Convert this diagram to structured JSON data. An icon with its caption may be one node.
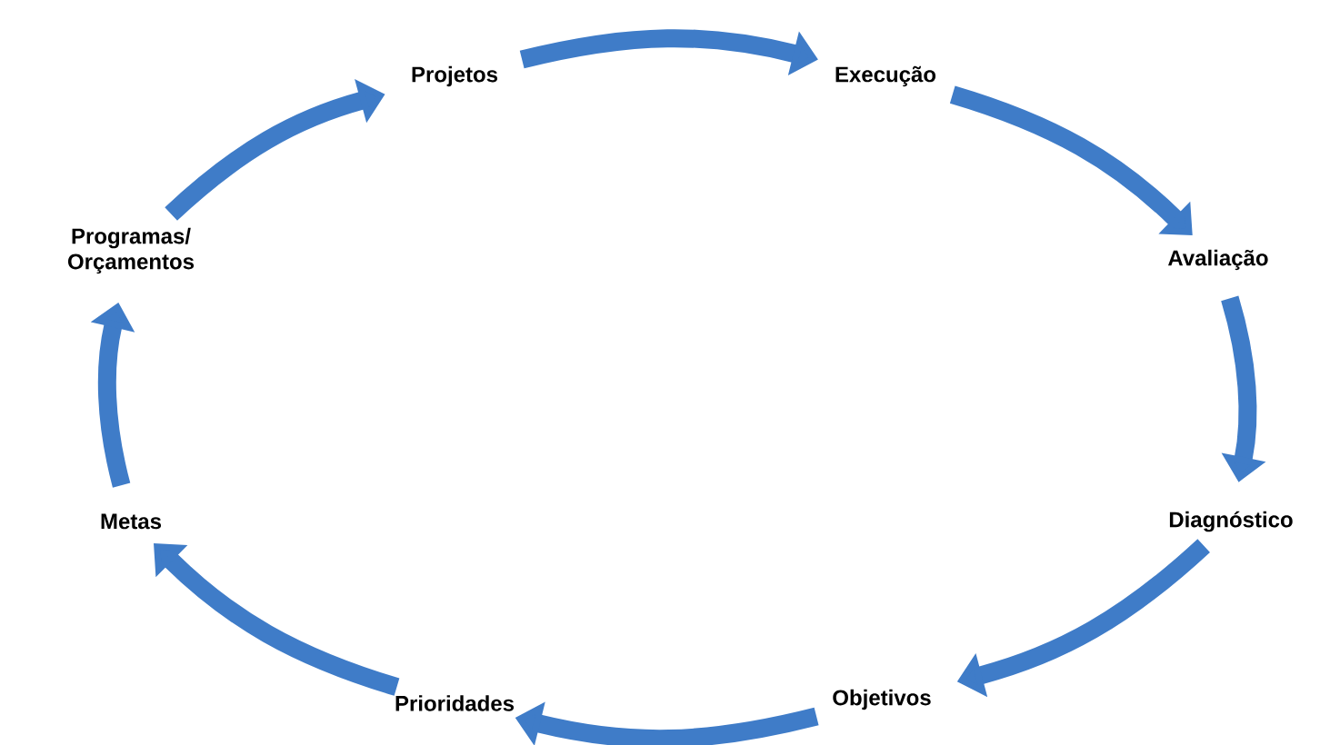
{
  "diagram": {
    "nodes": [
      {
        "text": [
          "Projetos"
        ]
      },
      {
        "text": [
          "Execução"
        ]
      },
      {
        "text": [
          "Avaliação"
        ]
      },
      {
        "text": [
          "Diagnóstico"
        ]
      },
      {
        "text": [
          "Objetivos"
        ]
      },
      {
        "text": [
          "Prioridades"
        ]
      },
      {
        "text": [
          "Metas"
        ]
      },
      {
        "text": [
          "Programas/ Orçamentos"
        ]
      }
    ],
    "edges": [
      {
        "from": 0,
        "to": 1,
        "arrow": "to"
      },
      {
        "from": 1,
        "to": 2,
        "arrow": "to"
      },
      {
        "from": 2,
        "to": 3,
        "arrow": "to"
      },
      {
        "from": 3,
        "to": 4,
        "arrow": "to"
      },
      {
        "from": 4,
        "to": 5,
        "arrow": "to"
      },
      {
        "from": 5,
        "to": 6,
        "arrow": "to"
      },
      {
        "from": 6,
        "to": 7,
        "arrow": "to"
      },
      {
        "from": 7,
        "to": 0,
        "arrow": "to"
      }
    ]
  }
}
